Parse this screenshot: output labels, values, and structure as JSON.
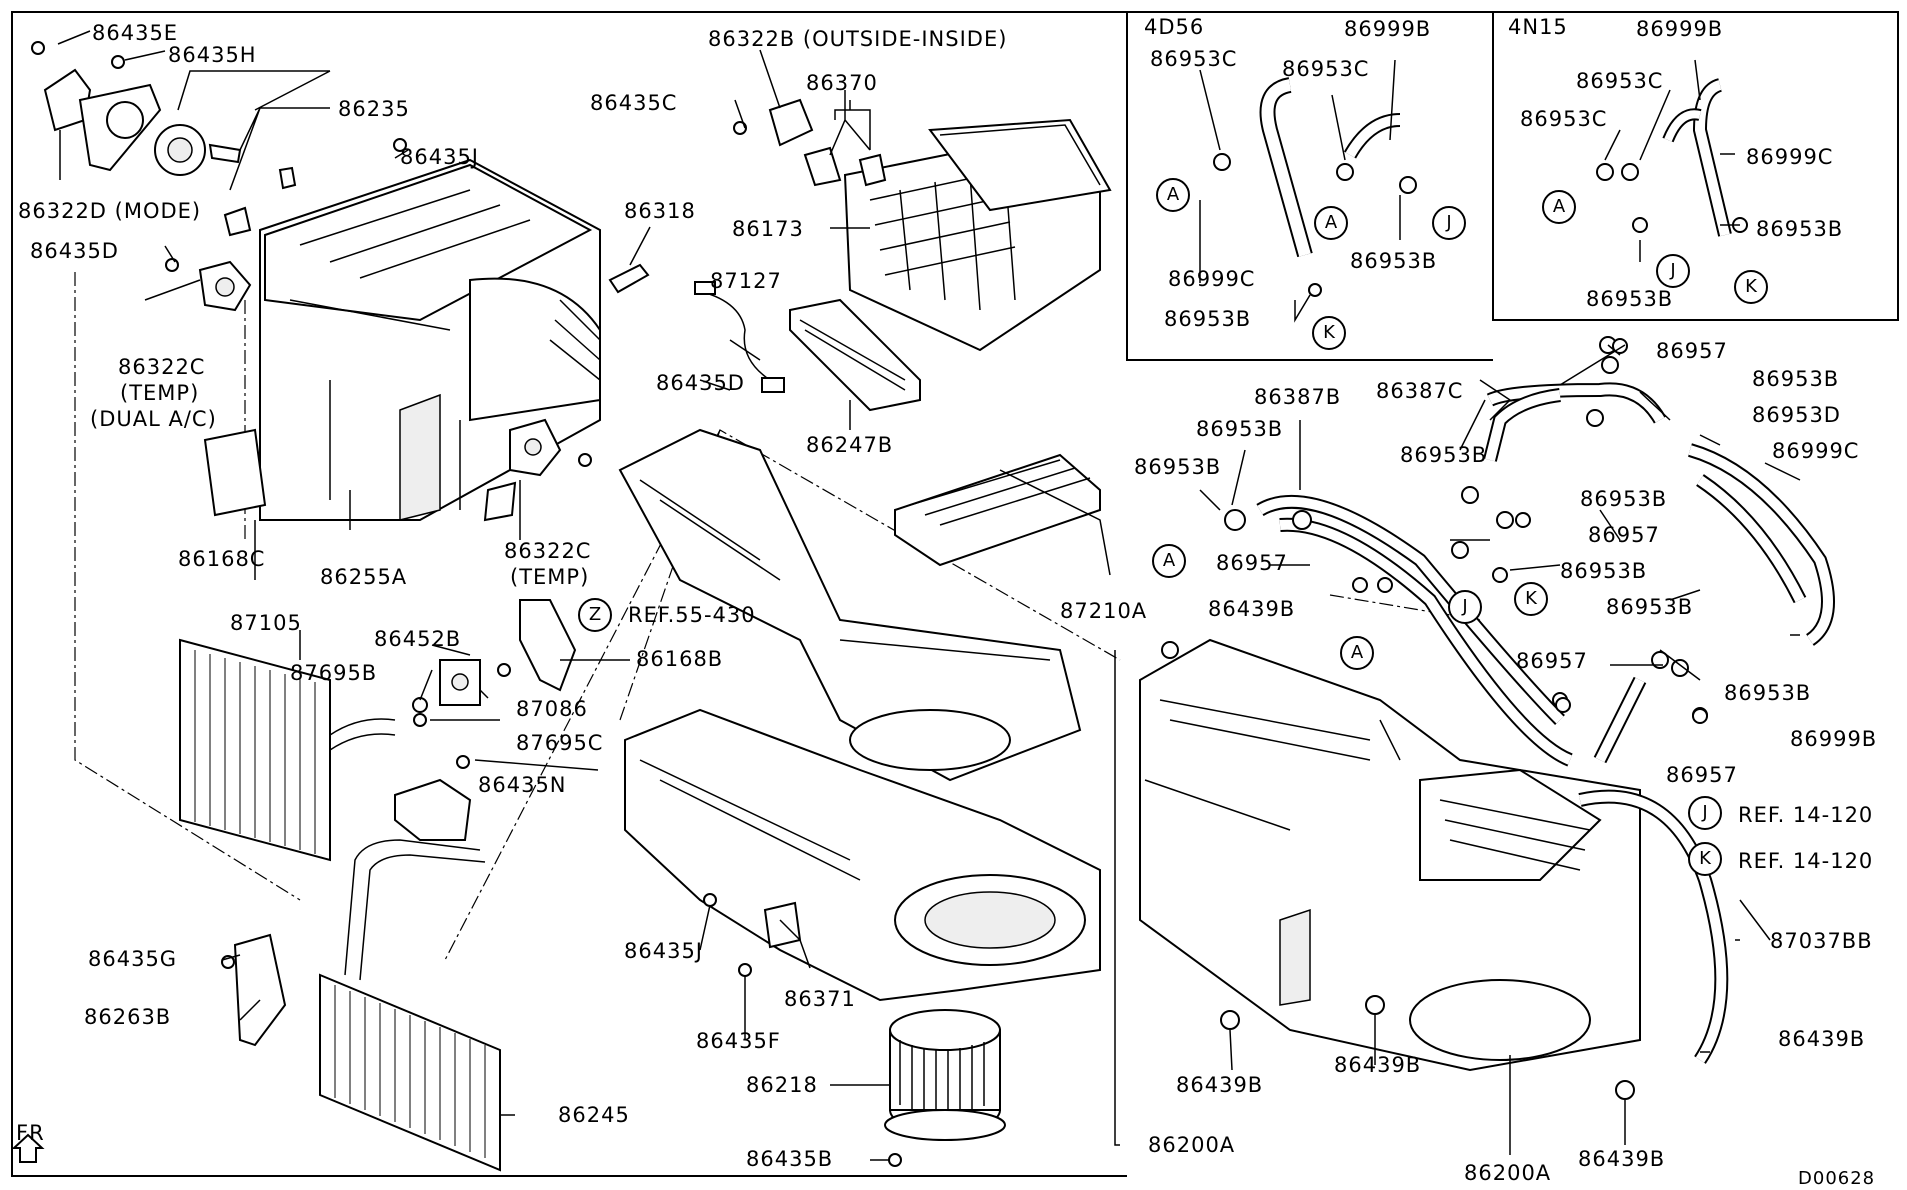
{
  "labels": {
    "l86435E": "86435E",
    "l86435H": "86435H",
    "l86235": "86235",
    "l86435J_top": "86435J",
    "l86322D": "86322D (MODE)",
    "l86435D_left": "86435D",
    "l86322C_left": "86322C",
    "temp_left": "(TEMP)",
    "dual_ac": "(DUAL A/C)",
    "l86168C": "86168C",
    "l86255A": "86255A",
    "l86322C_mid": "86322C",
    "temp_mid": "(TEMP)",
    "l86322B": "86322B (OUTSIDE-INSIDE)",
    "l86435C": "86435C",
    "l86370": "86370",
    "l86318": "86318",
    "l86173": "86173",
    "l87127": "87127",
    "l86435D_mid": "86435D",
    "l86247B": "86247B",
    "l87210A": "87210A",
    "ref55": "REF.55-430",
    "l87105": "87105",
    "l86452B": "86452B",
    "l87695B": "87695B",
    "l87086": "87086",
    "l86168B": "86168B",
    "l87695C": "87695C",
    "l86435N": "86435N",
    "l86435G": "86435G",
    "l86263B": "86263B",
    "l86245": "86245",
    "l86435J_mid": "86435J",
    "l86371": "86371",
    "l86435F": "86435F",
    "l86218": "86218",
    "l86435B": "86435B",
    "l86200A_mid": "86200A",
    "fr": "FR",
    "d4_title": "4D56",
    "d4_86999B": "86999B",
    "d4_86953C_a": "86953C",
    "d4_86953C_b": "86953C",
    "d4_86999C": "86999C",
    "d4_86953B_a": "86953B",
    "d4_86953B_b": "86953B",
    "n4_title": "4N15",
    "n4_86999B": "86999B",
    "n4_86953C_a": "86953C",
    "n4_86953C_b": "86953C",
    "n4_86999C": "86999C",
    "n4_86953B_a": "86953B",
    "n4_86953B_b": "86953B",
    "r86957_top": "86957",
    "r86387B": "86387B",
    "r86387C": "86387C",
    "r86953B_a": "86953B",
    "r86953D": "86953D",
    "r86953B_b": "86953B",
    "r86953B_c": "86953B",
    "r86999C": "86999C",
    "r86953B_d": "86953B",
    "r86953B_e": "86953B",
    "r86957_mid": "86957",
    "r86953B_f": "86953B",
    "r86957_a": "86957",
    "r86439B_top": "86439B",
    "r86953B_g": "86953B",
    "r86957_b": "86957",
    "r86953B_h": "86953B",
    "r86999B": "86999B",
    "r86957_c": "86957",
    "refJ": "REF. 14-120",
    "refK": "REF. 14-120",
    "r87037BB": "87037BB",
    "r86439B_a": "86439B",
    "r86439B_b": "86439B",
    "r86439B_c": "86439B",
    "r86439B_d": "86439B",
    "r86200A": "86200A",
    "doc_code": "D00628"
  },
  "callouts": {
    "A": "A",
    "J": "J",
    "K": "K",
    "Z": "Z"
  }
}
